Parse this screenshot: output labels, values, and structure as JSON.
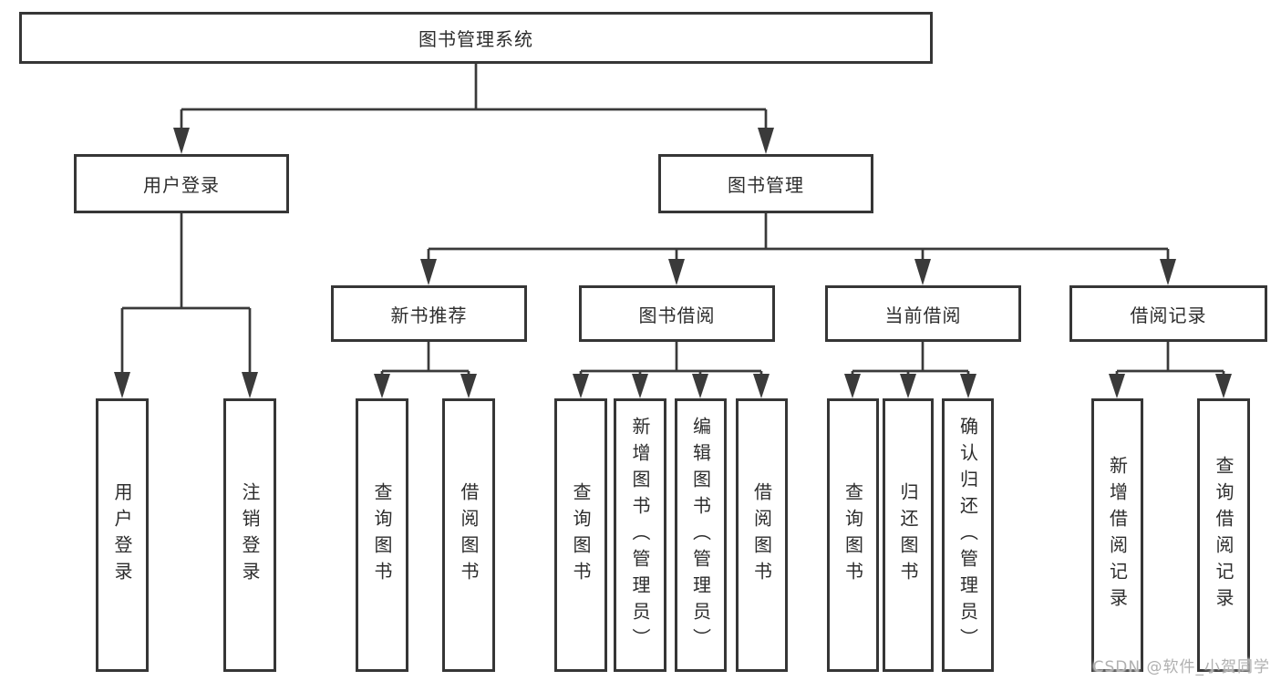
{
  "diagram_title": "图书管理系统",
  "tree": {
    "label": "图书管理系统",
    "children": [
      {
        "label": "用户登录",
        "children": [
          {
            "label": "用户登录"
          },
          {
            "label": "注销登录"
          }
        ]
      },
      {
        "label": "图书管理",
        "children": [
          {
            "label": "新书推荐",
            "children": [
              {
                "label": "查询图书"
              },
              {
                "label": "借阅图书"
              }
            ]
          },
          {
            "label": "图书借阅",
            "children": [
              {
                "label": "查询图书"
              },
              {
                "label": "新增图书（管理员）"
              },
              {
                "label": "编辑图书（管理员）"
              },
              {
                "label": "借阅图书"
              }
            ]
          },
          {
            "label": "当前借阅",
            "children": [
              {
                "label": "查询图书"
              },
              {
                "label": "归还图书"
              },
              {
                "label": "确认归还（管理员）"
              }
            ]
          },
          {
            "label": "借阅记录",
            "children": [
              {
                "label": "新增借阅记录"
              },
              {
                "label": "查询借阅记录"
              }
            ]
          }
        ]
      }
    ]
  },
  "watermark": "CSDN @软件_小贺同学",
  "colors": {
    "line": "#3a3a3a",
    "box_border": "#363636",
    "box_fill": "#ffffff",
    "text": "#2d2d2d",
    "watermark": "#b0b0b0",
    "background": "#ffffff"
  }
}
